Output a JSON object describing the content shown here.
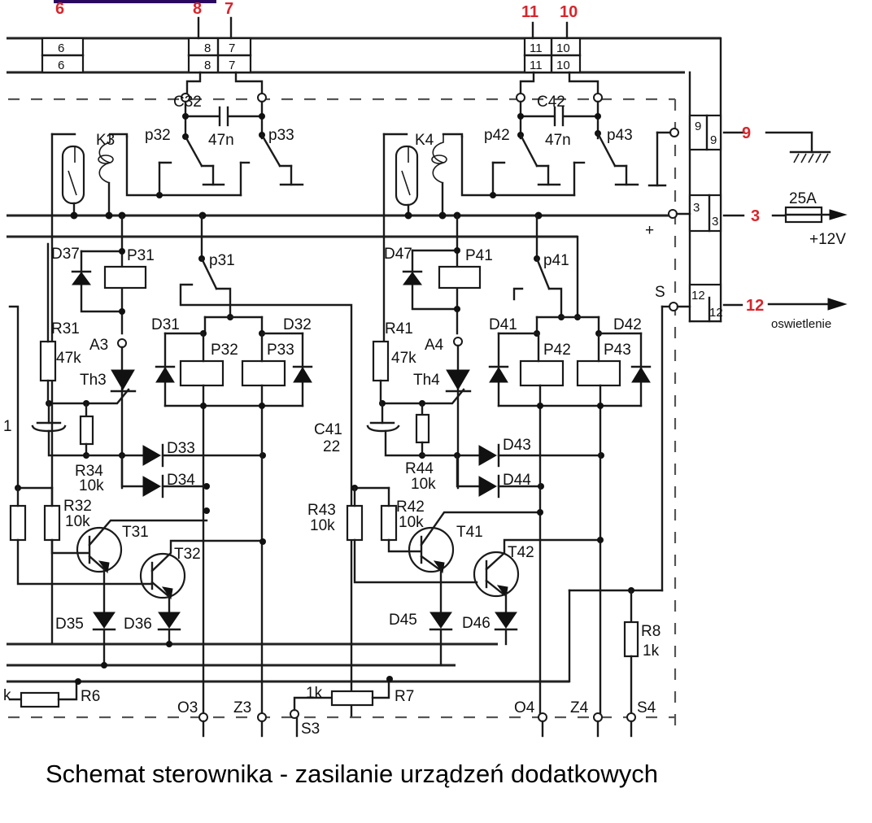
{
  "caption": "Schemat sterownika - zasilanie urządzeń dodatkowych",
  "colors": {
    "connector_label": "#d8252c",
    "wire": "#1a1a1a",
    "top_bar": "#2a0860"
  },
  "external_connectors": {
    "c6": "6",
    "c8": "8",
    "c7": "7",
    "c11": "11",
    "c10": "10",
    "c9": "9",
    "c3": "3",
    "c12": "12"
  },
  "connector_pins": {
    "p6a": "6",
    "p6b": "6",
    "p8a": "8",
    "p8b": "8",
    "p7a": "7",
    "p7b": "7",
    "p11a": "11",
    "p11b": "11",
    "p10a": "10",
    "p10b": "10",
    "p9a": "9",
    "p9b": "9",
    "p3a": "3",
    "p3b": "3",
    "p12a": "12",
    "p12b": "12"
  },
  "power": {
    "fuse": "25A",
    "supply": "+12V",
    "plus": "+",
    "s_terminal": "S",
    "output_label": "oswietlenie"
  },
  "channel3": {
    "relay_coil": "K3",
    "capacitor": "C32",
    "capacitor_value": "47n",
    "contact_a": "p32",
    "contact_b": "p33",
    "contact_main": "p31",
    "relay_p31": "P31",
    "relay_p32": "P32",
    "relay_p33": "P33",
    "diode_d37": "D37",
    "diode_d31": "D31",
    "diode_d32": "D32",
    "diode_d33": "D33",
    "diode_d34": "D34",
    "diode_d35": "D35",
    "diode_d36": "D36",
    "resistor_r31": "R31",
    "resistor_r31_value": "47k",
    "resistor_r34": "R34",
    "resistor_r34_value": "10k",
    "resistor_r32": "R32",
    "resistor_r32_value": "10k",
    "node_a": "A3",
    "thyristor": "Th3",
    "transistor_t31": "T31",
    "transistor_t32": "T32",
    "left_label": "1",
    "resistor_r6": "R6",
    "resistor_r6_value": "k",
    "out_o": "O3",
    "out_z": "Z3",
    "out_s": "S3"
  },
  "channel4": {
    "relay_coil": "K4",
    "capacitor": "C42",
    "capacitor_value": "47n",
    "contact_a": "p42",
    "contact_b": "p43",
    "contact_main": "p41",
    "relay_p41": "P41",
    "relay_p42": "P42",
    "relay_p43": "P43",
    "diode_d47": "D47",
    "diode_d41": "D41",
    "diode_d42": "D42",
    "diode_d43": "D43",
    "diode_d44": "D44",
    "diode_d45": "D45",
    "diode_d46": "D46",
    "resistor_r41": "R41",
    "resistor_r41_value": "47k",
    "resistor_r44": "R44",
    "resistor_r44_value": "10k",
    "resistor_r42": "R42",
    "resistor_r42_value": "10k",
    "resistor_r43": "R43",
    "resistor_r43_value": "10k",
    "capacitor_c41": "C41",
    "capacitor_c41_value": "22",
    "node_a": "A4",
    "thyristor": "Th4",
    "transistor_t41": "T41",
    "transistor_t42": "T42",
    "resistor_r7": "R7",
    "resistor_r7_value": "1k",
    "resistor_r8": "R8",
    "resistor_r8_value": "1k",
    "out_o": "O4",
    "out_z": "Z4",
    "out_s": "S4"
  }
}
